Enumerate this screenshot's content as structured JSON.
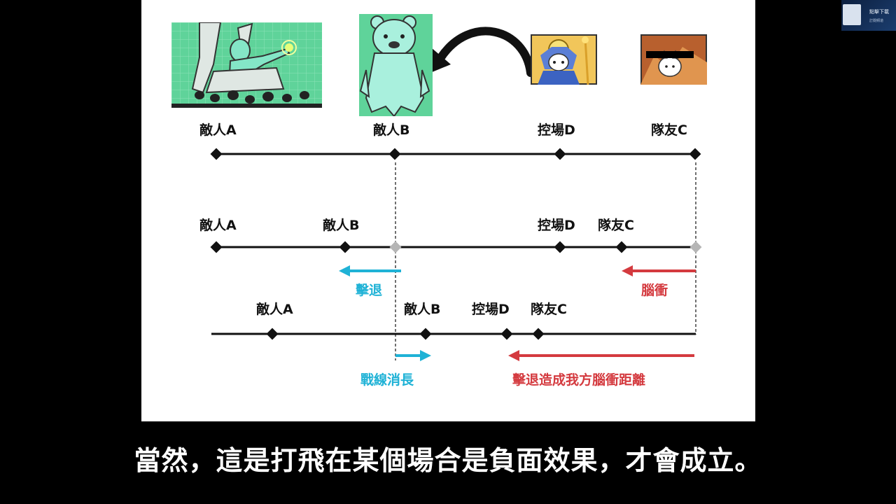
{
  "slide": {
    "row1": {
      "enemy_a": "敵人A",
      "enemy_b": "敵人B",
      "control_d": "控場D",
      "teammate_c": "隊友C"
    },
    "row2": {
      "enemy_a": "敵人A",
      "enemy_b": "敵人B",
      "control_d": "控場D",
      "teammate_c": "隊友C",
      "knockback": "擊退",
      "rush": "腦衝"
    },
    "row3": {
      "enemy_a": "敵人A",
      "enemy_b": "敵人B",
      "control_d": "控場D",
      "teammate_c": "隊友C",
      "frontline_shift": "戰線消長",
      "knockback_rush_distance": "擊退造成我方腦衝距離"
    }
  },
  "subtitle": "當然，這是打飛在某個場合是負面效果，才會成立。",
  "webcam": {
    "line1": "點擊下載",
    "line2": "訂閱頻道"
  },
  "colors": {
    "cyan_arrow": "#1fb2d6",
    "red_arrow": "#d43a3f",
    "character_green": "#5fd39a",
    "character_mint": "#7fe6c8"
  },
  "icons": {
    "throne_boss": "enemy-boss-portrait",
    "bear": "bear-enemy-portrait",
    "curved_arrow": "curved-arrow-icon",
    "goddess": "goddess-unit-portrait",
    "cat_unit": "cat-unit-portrait"
  }
}
